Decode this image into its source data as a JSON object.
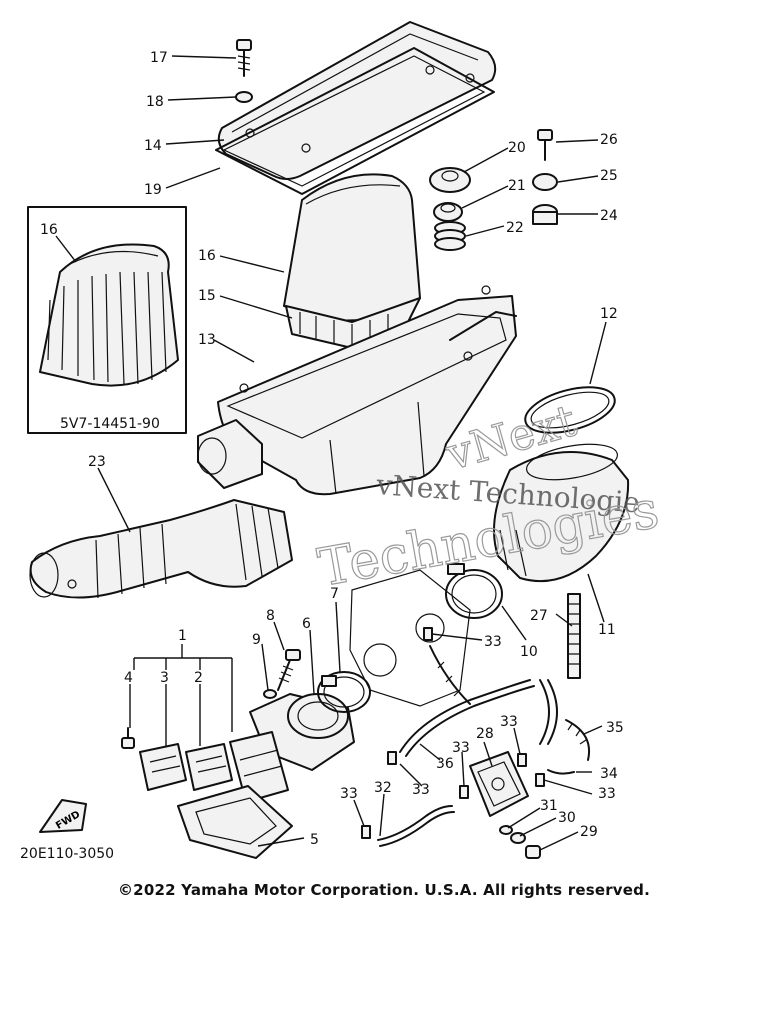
{
  "callouts": [
    {
      "id": "17",
      "label": "17"
    },
    {
      "id": "18",
      "label": "18"
    },
    {
      "id": "14",
      "label": "14"
    },
    {
      "id": "19",
      "label": "19"
    },
    {
      "id": "20",
      "label": "20"
    },
    {
      "id": "21",
      "label": "21"
    },
    {
      "id": "22",
      "label": "22"
    },
    {
      "id": "26",
      "label": "26"
    },
    {
      "id": "25",
      "label": "25"
    },
    {
      "id": "24",
      "label": "24"
    },
    {
      "id": "16a",
      "label": "16"
    },
    {
      "id": "16b",
      "label": "16"
    },
    {
      "id": "15",
      "label": "15"
    },
    {
      "id": "13",
      "label": "13"
    },
    {
      "id": "12",
      "label": "12"
    },
    {
      "id": "23",
      "label": "23"
    },
    {
      "id": "11",
      "label": "11"
    },
    {
      "id": "10",
      "label": "10"
    },
    {
      "id": "27",
      "label": "27"
    },
    {
      "id": "1",
      "label": "1"
    },
    {
      "id": "4",
      "label": "4"
    },
    {
      "id": "3",
      "label": "3"
    },
    {
      "id": "2",
      "label": "2"
    },
    {
      "id": "9",
      "label": "9"
    },
    {
      "id": "8",
      "label": "8"
    },
    {
      "id": "6",
      "label": "6"
    },
    {
      "id": "7",
      "label": "7"
    },
    {
      "id": "5",
      "label": "5"
    },
    {
      "id": "33a",
      "label": "33"
    },
    {
      "id": "33b",
      "label": "33"
    },
    {
      "id": "33c",
      "label": "33"
    },
    {
      "id": "33d",
      "label": "33"
    },
    {
      "id": "33e",
      "label": "33"
    },
    {
      "id": "33f",
      "label": "33"
    },
    {
      "id": "35",
      "label": "35"
    },
    {
      "id": "34",
      "label": "34"
    },
    {
      "id": "36",
      "label": "36"
    },
    {
      "id": "28",
      "label": "28"
    },
    {
      "id": "32",
      "label": "32"
    },
    {
      "id": "31",
      "label": "31"
    },
    {
      "id": "30",
      "label": "30"
    },
    {
      "id": "29",
      "label": "29"
    }
  ],
  "inset": {
    "part_number": "5V7-14451-90"
  },
  "diagram_code": "20E110-3050",
  "fwd_mark": "FWD",
  "watermark": {
    "line1": "vNext Technologie",
    "line2": "vNext",
    "line3": "Technologies"
  },
  "copyright": "©2022 Yamaha Motor Corporation. U.S.A. All rights reserved."
}
